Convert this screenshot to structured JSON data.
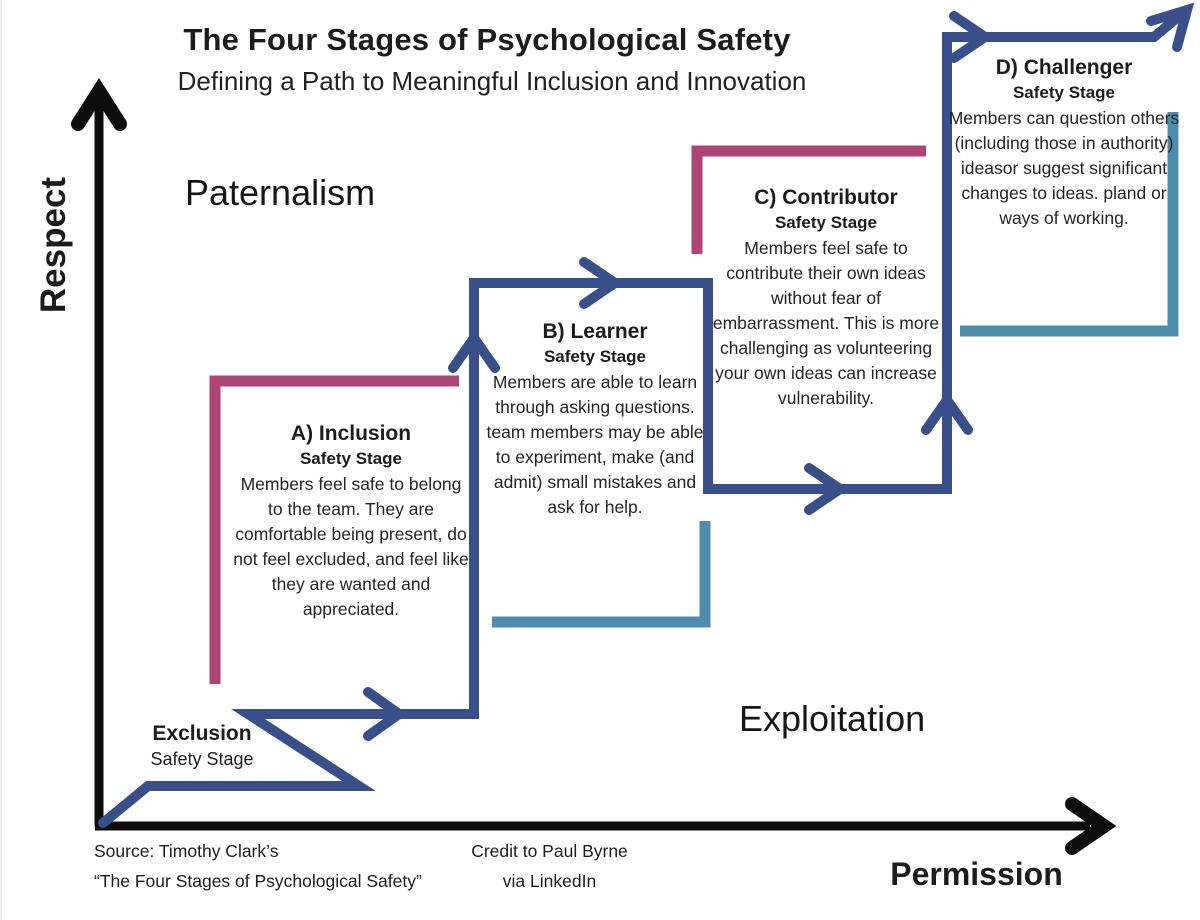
{
  "header": {
    "title": "The Four Stages of Psychological Safety",
    "subtitle": "Defining a Path to Meaningful Inclusion and Innovation"
  },
  "axes": {
    "y_label": "Respect",
    "x_label": "Permission"
  },
  "quadrants": {
    "top_left": "Paternalism",
    "bottom_right": "Exploitation"
  },
  "stages": [
    {
      "title": "Exclusion",
      "subtitle": "Safety Stage",
      "body": ""
    },
    {
      "title": "A) Inclusion",
      "subtitle": "Safety Stage",
      "body": "Members feel safe to belong to the team. They are comfortable being present, do not feel excluded, and feel like they are wanted and appreciated."
    },
    {
      "title": "B) Learner",
      "subtitle": "Safety Stage",
      "body": "Members are able to learn through asking questions. team members may be able to experiment, make (and admit) small mistakes and ask for help."
    },
    {
      "title": "C) Contributor",
      "subtitle": "Safety Stage",
      "body": "Members feel safe to contribute their own ideas without fear of embarrassment. This is more challenging as volunteering your own ideas can increase vulnerability."
    },
    {
      "title": "D) Challenger",
      "subtitle": "Safety Stage",
      "body": "Members can question others (including those in authority) ideasor suggest significant changes to ideas. pland or ways of working."
    }
  ],
  "footer": {
    "source_line1": "Source: Timothy Clark’s",
    "source_line2": "“The Four Stages of Psychological Safety”",
    "credit_line1": "Credit to Paul Byrne",
    "credit_line2": "via LinkedIn"
  },
  "colors": {
    "path_blue": "#394f8a",
    "bracket_pink": "#ae4476",
    "bracket_teal": "#4d8dab",
    "axis_black": "#0d0d0d"
  }
}
